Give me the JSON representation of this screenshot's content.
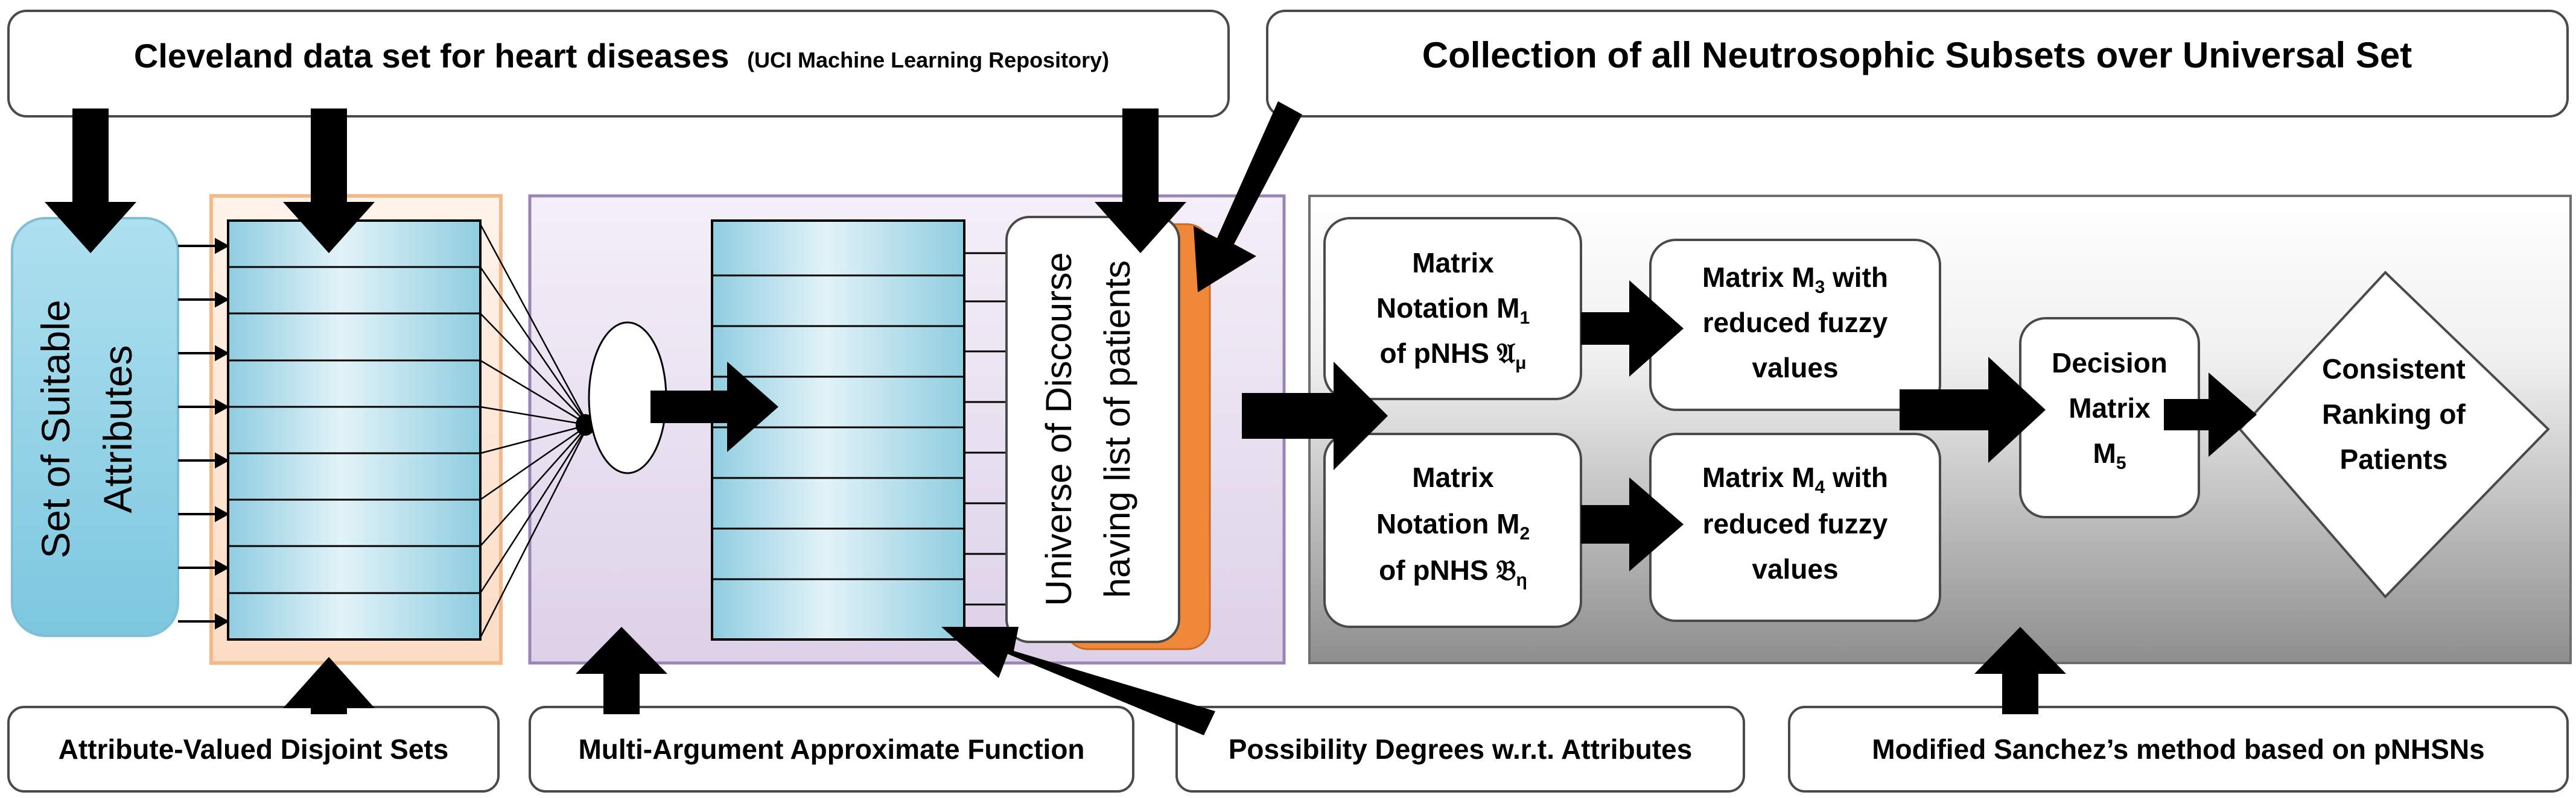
{
  "top_left_box": {
    "title": "Cleveland data set for heart diseases",
    "subtitle": "(UCI Machine Learning Repository)"
  },
  "top_right_box": {
    "title": "Collection of all Neutrosophic  Subsets over Universal Set"
  },
  "attributes_box": {
    "line1": "Set of Suitable",
    "line2": "Attributes"
  },
  "universe_box": {
    "line1": "Universe of Discourse",
    "line2": "having list of patients"
  },
  "matrix_m1": {
    "line1": "Matrix",
    "line2": "Notation M",
    "line2_sub": "1",
    "line3": "of pNHS ",
    "line3_sym": "𝔄",
    "line3_sub": "μ"
  },
  "matrix_m2": {
    "line1": "Matrix",
    "line2": "Notation M",
    "line2_sub": "2",
    "line3": "of pNHS ",
    "line3_sym": "𝔅",
    "line3_sub": "η"
  },
  "matrix_m3": {
    "line1": "Matrix M",
    "line1_sub": "3",
    "line1_rest": " with",
    "line2": "reduced fuzzy",
    "line3": "values"
  },
  "matrix_m4": {
    "line1": "Matrix M",
    "line1_sub": "4",
    "line1_rest": " with",
    "line2": "reduced fuzzy",
    "line3": "values"
  },
  "decision_matrix": {
    "line1": "Decision",
    "line2": "Matrix",
    "line3": "M",
    "line3_sub": "5"
  },
  "ranking": {
    "line1": "Consistent",
    "line2": "Ranking of",
    "line3": "Patients"
  },
  "bottom_labels": {
    "attribute_valued": "Attribute-Valued Disjoint Sets",
    "multi_argument": "Multi-Argument Approximate Function",
    "possibility": "Possibility Degrees w.r.t.  Attributes",
    "sanchez": "Modified Sanchez’s method based on pNHSNs"
  },
  "colors": {
    "attributes_fill": "#8fd3e8",
    "orange_panel_border": "#f5b98a",
    "orange_tab": "#f0883a",
    "purple_panel": "#e4dbed",
    "purple_panel_border": "#9a86b6",
    "grid_fill": "#cdeaf3",
    "gray_panel_dark": "#9a9a9a"
  }
}
